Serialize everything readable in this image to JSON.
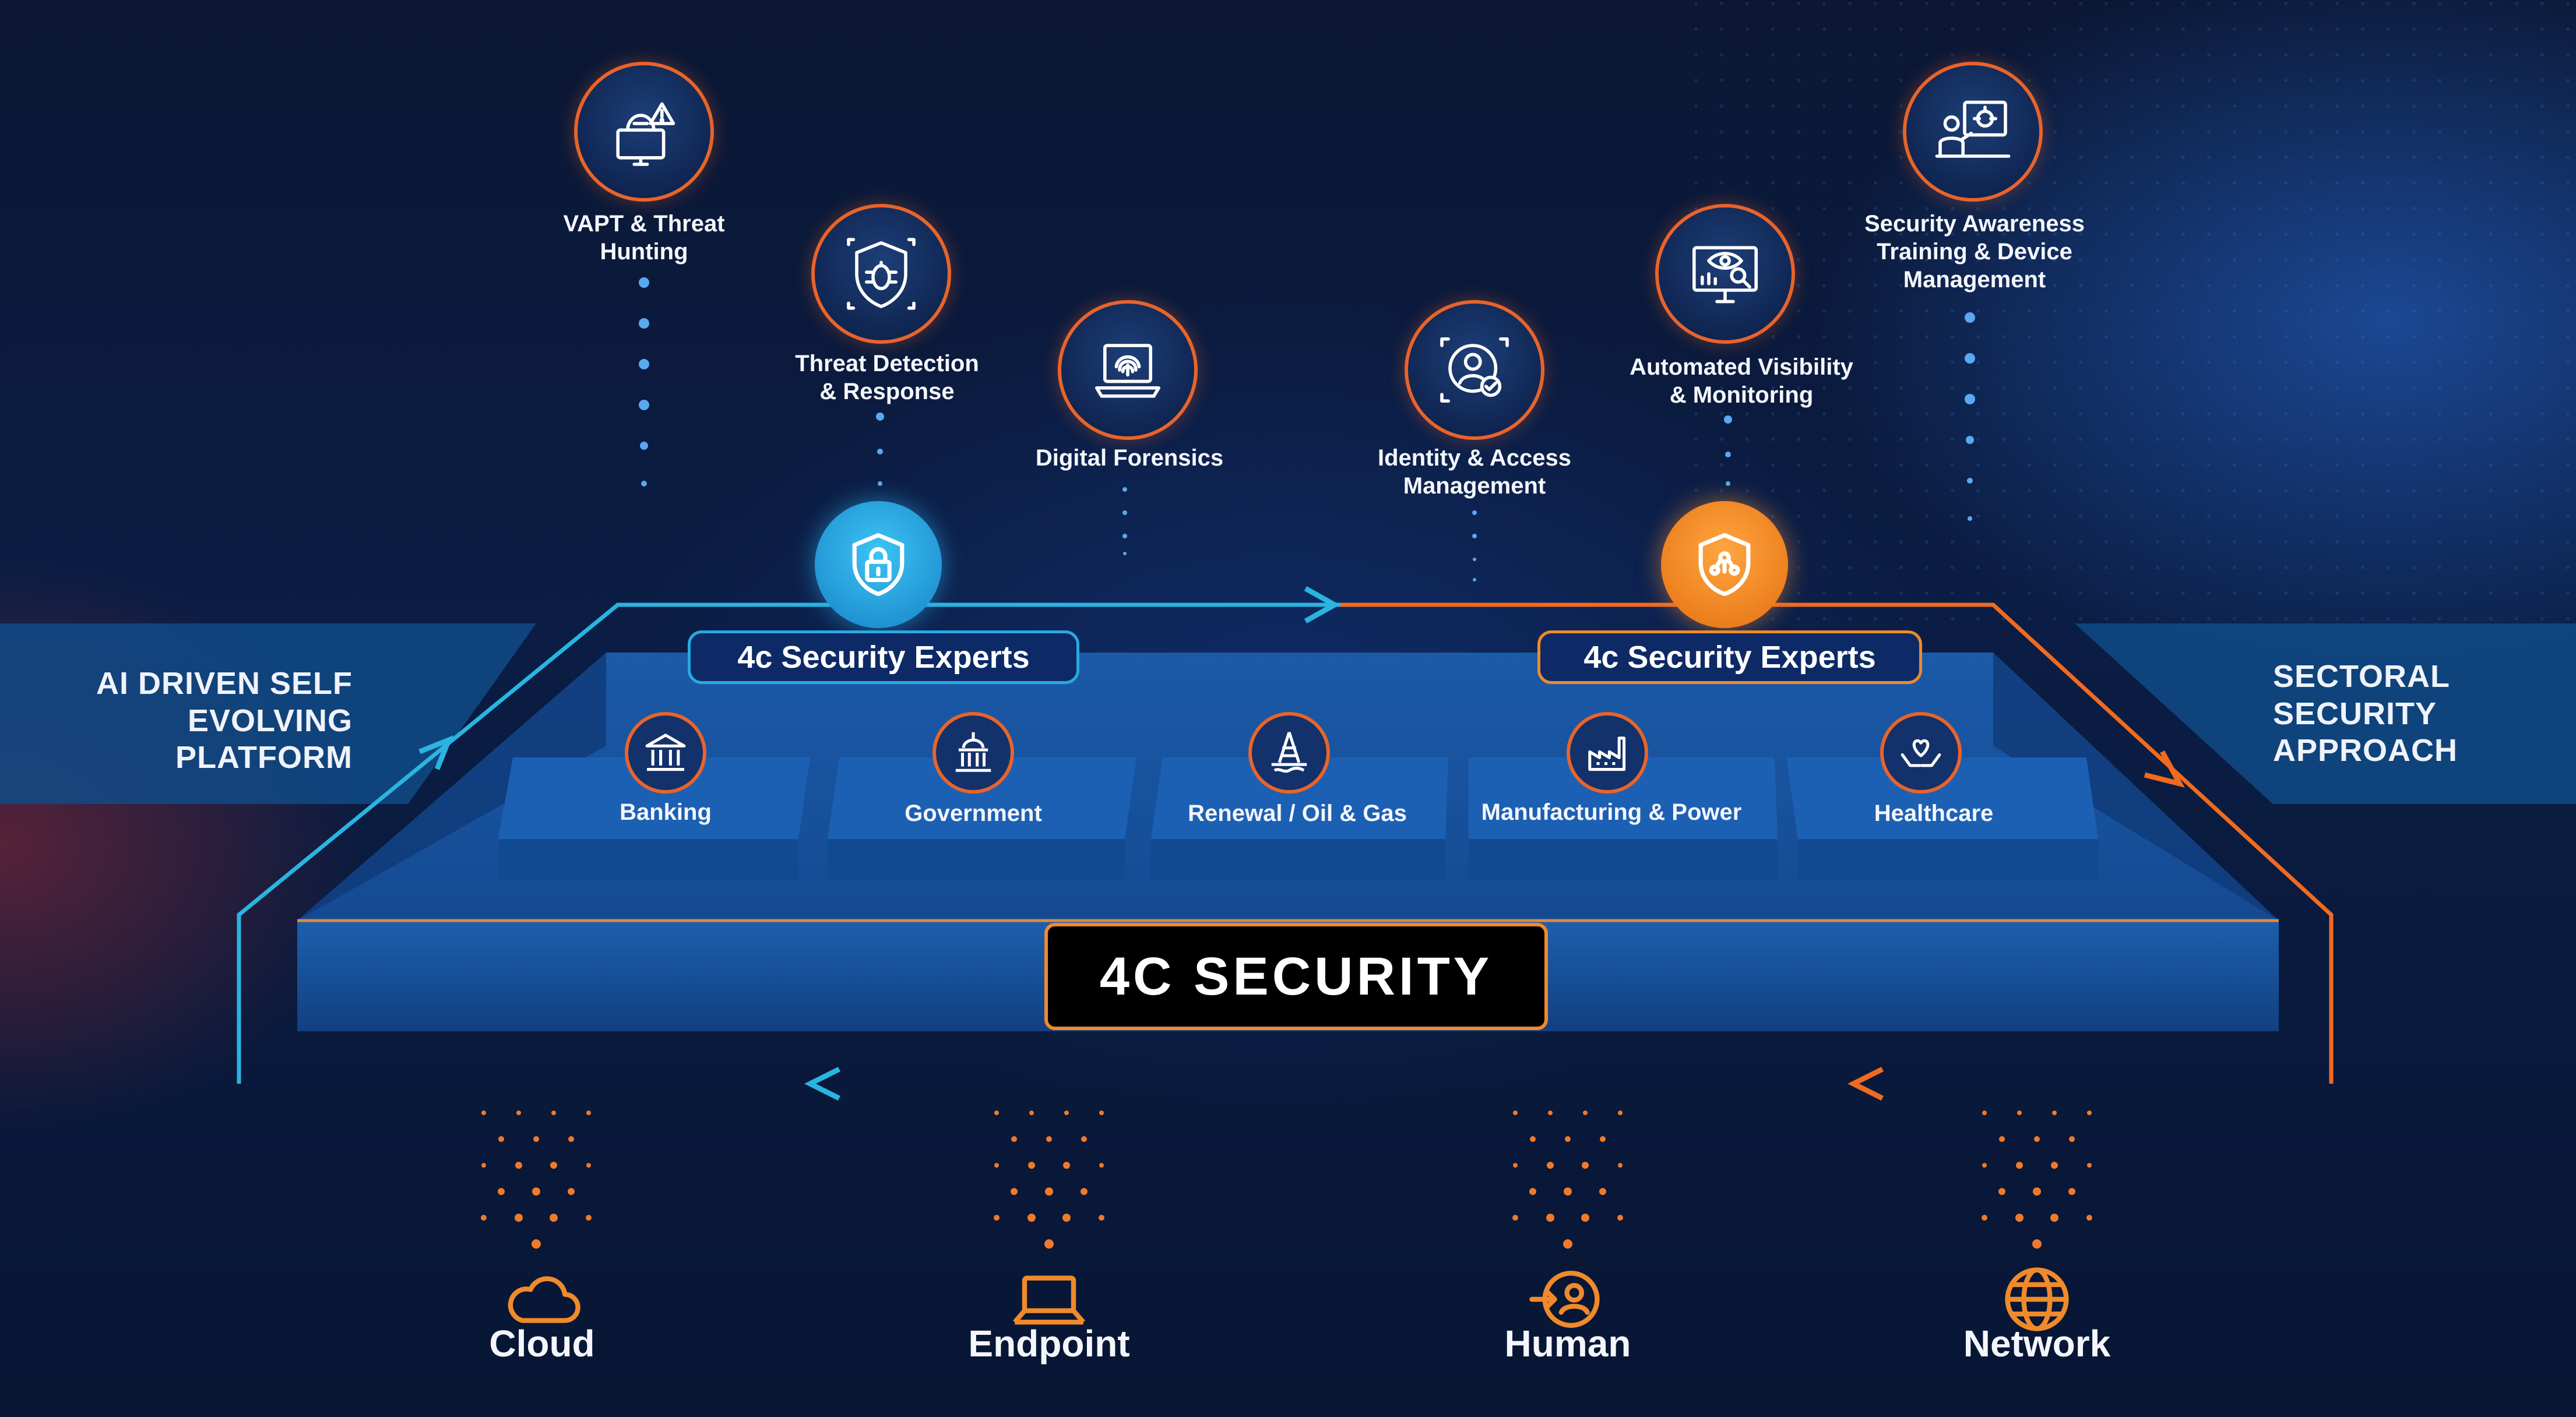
{
  "services": [
    {
      "label": "VAPT & Threat\nHunting",
      "icon": "hacker-alert-icon"
    },
    {
      "label": "Threat Detection\n& Response",
      "icon": "shield-bug-icon"
    },
    {
      "label": "Digital Forensics",
      "icon": "laptop-fingerprint-icon"
    },
    {
      "label": "Identity & Access\nManagement",
      "icon": "user-check-icon"
    },
    {
      "label": "Automated Visibility\n& Monitoring",
      "icon": "monitor-eye-icon"
    },
    {
      "label": "Security Awareness\nTraining & Device\nManagement",
      "icon": "trainer-screen-icon"
    }
  ],
  "left_text": "AI DRIVEN SELF\nEVOLVING\nPLATFORM",
  "right_text": "SECTORAL\nSECURITY\nAPPROACH",
  "experts": [
    {
      "label": "4c Security Experts",
      "badge_icon": "lock-shield-icon",
      "color": "#2aa8e0"
    },
    {
      "label": "4c Security Experts",
      "badge_icon": "network-shield-icon",
      "color": "#f08a2a"
    }
  ],
  "sectors": [
    {
      "label": "Banking",
      "icon": "bank-icon"
    },
    {
      "label": "Government",
      "icon": "government-building-icon"
    },
    {
      "label": "Renewal / Oil & Gas",
      "icon": "oil-rig-icon"
    },
    {
      "label": "Manufacturing & Power",
      "icon": "factory-icon"
    },
    {
      "label": "Healthcare",
      "icon": "heart-hands-icon"
    }
  ],
  "brand": "4C SECURITY",
  "endpoints": [
    {
      "label": "Cloud",
      "icon": "cloud-icon"
    },
    {
      "label": "Endpoint",
      "icon": "laptop-icon"
    },
    {
      "label": "Human",
      "icon": "person-login-icon"
    },
    {
      "label": "Network",
      "icon": "globe-icon"
    }
  ],
  "colors": {
    "accent_orange": "#e8642a",
    "accent_cyan": "#2aa8e0",
    "background": "#0b1a3c",
    "platform_blue": "#1a5aa8"
  }
}
